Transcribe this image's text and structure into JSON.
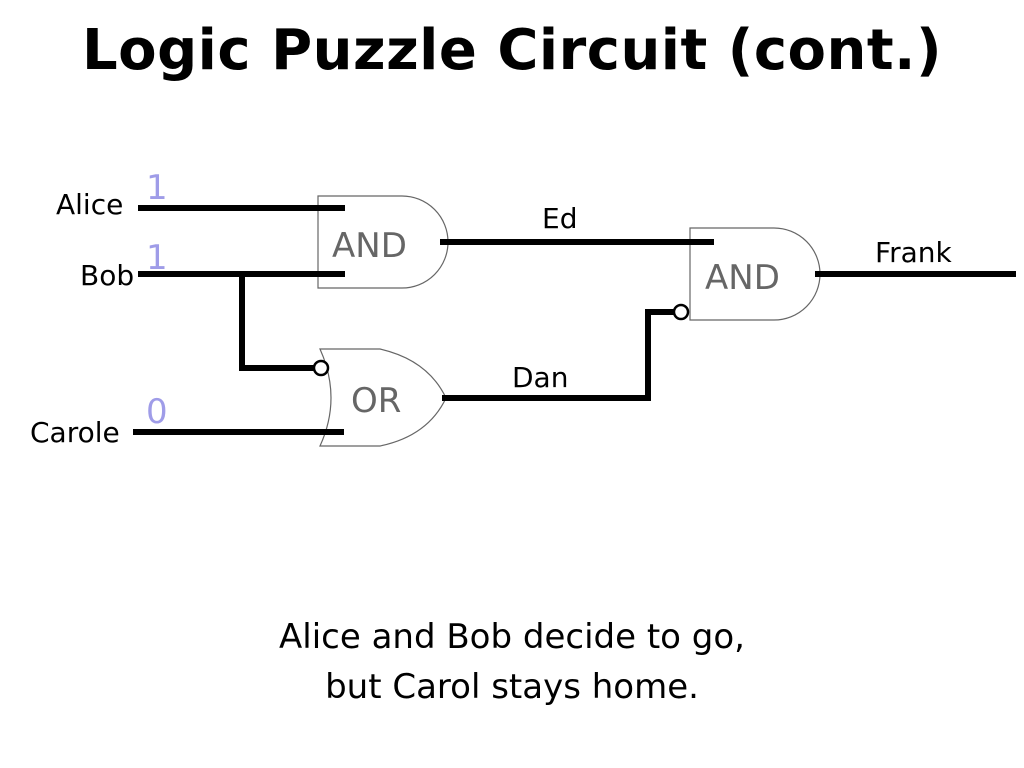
{
  "title": "Logic Puzzle Circuit (cont.)",
  "inputs": {
    "alice": {
      "name": "Alice",
      "value": "1"
    },
    "bob": {
      "name": "Bob",
      "value": "1"
    },
    "carole": {
      "name": "Carole",
      "value": "0"
    }
  },
  "wires": {
    "ed": "Ed",
    "dan": "Dan",
    "frank": "Frank"
  },
  "gates": {
    "and1": "AND",
    "or1": "OR",
    "and2": "AND"
  },
  "caption": {
    "line1": "Alice and Bob decide to go,",
    "line2": "but Carol stays home."
  },
  "colors": {
    "value": "#9f9ce8",
    "gate_label": "#666666"
  }
}
